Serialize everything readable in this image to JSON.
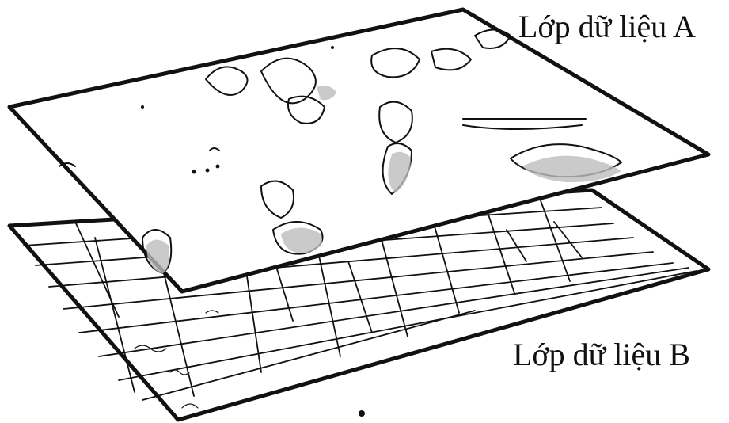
{
  "labels": {
    "layer_a": "Lớp dữ liệu A",
    "layer_b": "Lớp dữ liệu B"
  },
  "colors": {
    "ink": "#111111",
    "fill_speckle": "#bdbdbd",
    "background": "#ffffff"
  },
  "layers": [
    {
      "id": "A",
      "content": "contour-map"
    },
    {
      "id": "B",
      "content": "parcel-grid"
    }
  ]
}
